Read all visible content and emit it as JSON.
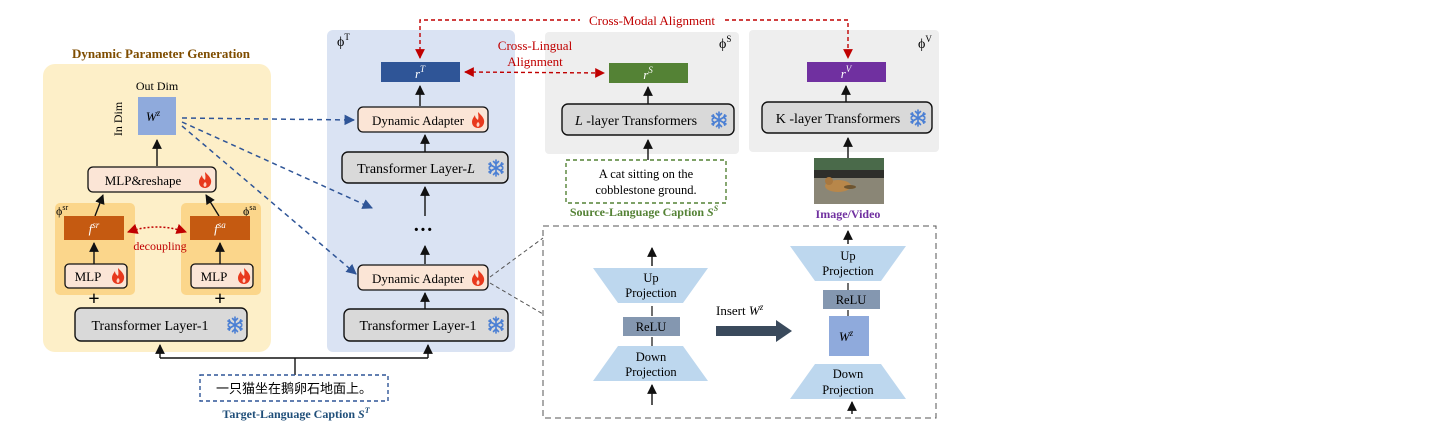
{
  "labels": {
    "dpg_title": "Dynamic Parameter Generation",
    "out_dim": "Out Dim",
    "in_dim": "In Dim",
    "weight_base": "W",
    "weight_sup": "z",
    "mlp_reshape": "MLP&reshape",
    "phi_sr_base": "ϕ",
    "phi_sr_sup": "sr",
    "phi_sa_base": "ϕ",
    "phi_sa_sup": "sa",
    "f_base": "f",
    "f_sr_sup": "sr",
    "f_sa_sup": "sa",
    "decoupling": "decoupling",
    "mlp": "MLP",
    "plus": "+",
    "transformer_layer_1": "Transformer Layer-1",
    "transformer_layer_l_prefix": "Transformer Layer-",
    "transformer_layer_l_var": "L",
    "dynamic_adapter": "Dynamic Adapter",
    "ellipsis": "···",
    "phi_t_base": "ϕ",
    "phi_t_sup": "T",
    "phi_s_base": "ϕ",
    "phi_s_sup": "S",
    "phi_v_base": "ϕ",
    "phi_v_sup": "V",
    "r_base": "r",
    "r_t_sup": "T",
    "r_s_sup": "S",
    "r_v_sup": "V",
    "cross_modal": "Cross-Modal Alignment",
    "cross_lingual_1": "Cross-Lingual",
    "cross_lingual_2": "Alignment",
    "l_layer_var": "L",
    "l_layer_rest": " -layer Transformers",
    "k_layer": "K -layer Transformers",
    "source_caption_1": "A cat sitting on the",
    "source_caption_2": "cobblestone ground.",
    "source_label": "Source-Language Caption",
    "source_label_var": "S",
    "source_label_sup": "S",
    "image_label": "Image/Video",
    "target_caption": "一只猫坐在鹅卵石地面上。",
    "target_label": "Target-Language Caption",
    "target_label_var": "S",
    "target_label_sup": "T",
    "up_1": "Up",
    "projection": "Projection",
    "relu": "ReLU",
    "down_1": "Down",
    "insert": "Insert"
  },
  "colors": {
    "dpg_bg": "#fdefc8",
    "phi_t_bg": "#dae3f3",
    "encoder_bg": "#eeeeee",
    "r_t": "#2f5597",
    "r_s": "#548235",
    "r_v": "#7030a0",
    "f_box": "#c55a11",
    "mlp_fill": "#fbe5d6",
    "gray_box": "#d9d9d9",
    "weight_fill": "#8faadc",
    "proj_fill": "#bdd7ee",
    "relu_fill": "#8497b0",
    "dark_red": "#c00000",
    "blue_dash": "#2f5597",
    "caption_blue": "#1f4e79",
    "caption_green": "#548235",
    "caption_purple": "#7030a0"
  },
  "icons": [
    "snowflake-icon",
    "flame-icon",
    "cat-image"
  ]
}
